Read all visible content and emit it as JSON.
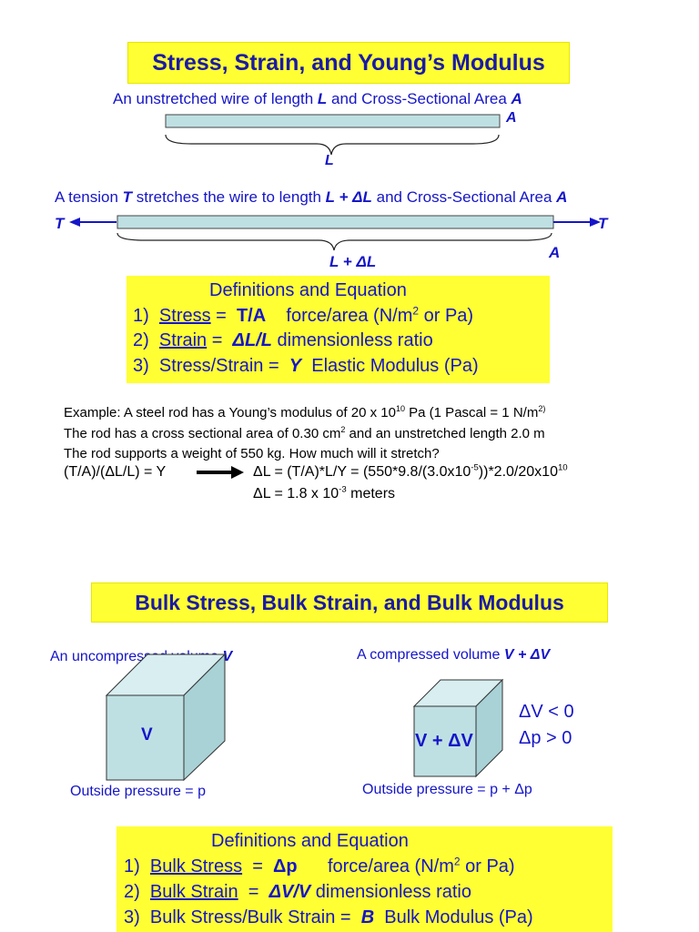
{
  "section1": {
    "title": "Stress, Strain, and Young’s Modulus",
    "unstretched": {
      "pre": "An unstretched wire of length ",
      "L": "L",
      "mid": " and Cross-Sectional Area ",
      "A": "A"
    },
    "rod_label_A": "A",
    "rod_label_L": "L",
    "tension": {
      "pre": "A tension ",
      "T": "T",
      "mid": " stretches the wire to length ",
      "LdL": "L + ΔL",
      "mid2": " and Cross-Sectional Area ",
      "A": "A"
    },
    "label_T_left": "T",
    "label_T_right": "T",
    "label_LdL": "L + ΔL",
    "label_A2": "A",
    "defs": {
      "heading": "Definitions and Equation",
      "l1_num": "1)",
      "l1_term": "Stress",
      "l1_eq": " = ",
      "l1_val": "T/A",
      "l1_desc": "force/area (N/m",
      "l1_sup": "2",
      "l1_desc2": " or Pa)",
      "l2_num": "2)",
      "l2_term": "Strain",
      "l2_eq": " = ",
      "l2_val": "ΔL/L",
      "l2_desc": " dimensionless ratio",
      "l3_num": "3)",
      "l3_term": "Stress/Strain = ",
      "l3_val": "Y",
      "l3_desc": " Elastic Modulus (Pa)"
    },
    "example": {
      "line1_pre": "Example: A steel rod has a Young’s modulus of 20 x 10",
      "line1_sup": "10",
      "line1_mid": " Pa (1 Pascal = 1 N/m",
      "line1_sup2": "2)",
      "line2_pre": "The rod has a cross sectional area of 0.30 cm",
      "line2_sup": "2",
      "line2_post": " and an unstretched length 2.0 m",
      "line3": "The rod supports a weight of 550 kg.  How much will it stretch?",
      "eq_left": "(T/A)/(ΔL/L) = Y",
      "eq_right_pre": "ΔL = (T/A)*L/Y = (550*9.8/(3.0x10",
      "eq_right_sup": "-5",
      "eq_right_mid": "))*2.0/20x10",
      "eq_right_sup2": "10",
      "result_pre": "ΔL = 1.8 x 10",
      "result_sup": "-3",
      "result_post": " meters"
    }
  },
  "section2": {
    "title": "Bulk Stress, Bulk Strain, and Bulk Modulus",
    "uncompressed": {
      "pre": "An uncompressed volume ",
      "V": "V"
    },
    "compressed": {
      "pre": "A compressed volume ",
      "V": "V + ΔV"
    },
    "cube1_label": "V",
    "cube2_label": "V + ΔV",
    "dv": "ΔV < 0",
    "dp": "Δp > 0",
    "pressure1": "Outside pressure = p",
    "pressure2": "Outside pressure = p + Δp",
    "defs": {
      "heading": "Definitions and Equation",
      "l1_num": "1)",
      "l1_term": "Bulk Stress",
      "l1_eq": " = ",
      "l1_val": "Δp",
      "l1_desc": "force/area (N/m",
      "l1_sup": "2",
      "l1_desc2": " or Pa)",
      "l2_num": "2)",
      "l2_term": "Bulk Strain",
      "l2_eq": " = ",
      "l2_val": "ΔV/V",
      "l2_desc": " dimensionless ratio",
      "l3_num": "3)",
      "l3_term": "Bulk Stress/Bulk Strain = ",
      "l3_val": "B",
      "l3_desc": " Bulk Modulus  (Pa)"
    }
  },
  "colors": {
    "title_bg": "#ffff33",
    "title_text": "#1a1aa6",
    "text_blue": "#1515c8",
    "rod_fill": "#bfe0e3",
    "cube_front": "#bfe0e3",
    "cube_side": "#a9d2d6"
  }
}
